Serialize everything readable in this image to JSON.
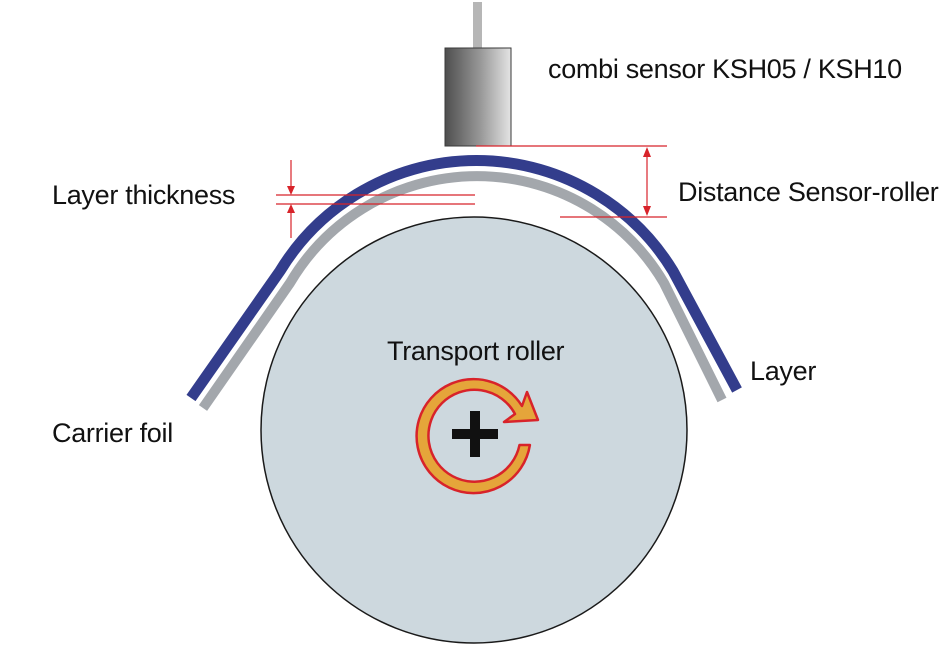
{
  "labels": {
    "sensor": "combi sensor KSH05 / KSH10",
    "layer_thickness": "Layer thickness",
    "distance": "Distance Sensor-roller",
    "roller": "Transport roller",
    "layer": "Layer",
    "carrier": "Carrier foil"
  },
  "colors": {
    "roller_fill": "#cdd8de",
    "layer": "#333d8c",
    "carrier_foil": "#a3a7ac",
    "dimension_lines": "#d8232a",
    "rotation_arrow_fill": "#e5a53a",
    "rotation_arrow_outline": "#d8232a"
  }
}
